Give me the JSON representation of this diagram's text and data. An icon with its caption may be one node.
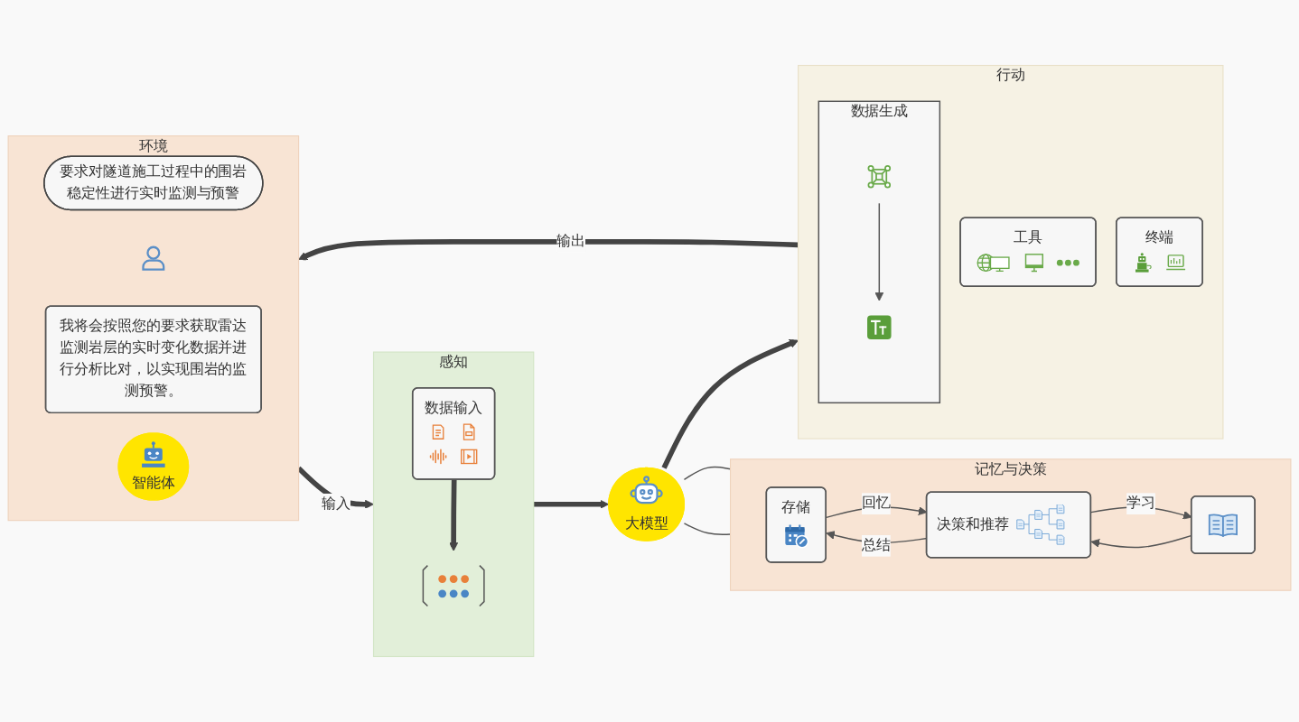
{
  "diagram": {
    "nodes": [
      {
        "text": [
          "环境"
        ]
      },
      {
        "text": [
          "要求对隧道施工过程中的围岩稳定性进行实时监测与预警"
        ],
        "in": 0
      },
      {
        "text": [],
        "shape": "person",
        "in": 0
      },
      {
        "text": [
          "我将会按照您的要求获取雷达监测岩层的实时变化数据并进行分析比对，以实现围岩的监测预警。"
        ],
        "in": 0
      },
      {
        "text": [
          "智能体"
        ],
        "in": 0
      },
      {
        "text": [
          "感知"
        ]
      },
      {
        "text": [
          "数据输入"
        ],
        "in": 5
      },
      {
        "text": [],
        "shape": "picture",
        "in": 5
      },
      {
        "text": [
          "大模型"
        ]
      },
      {
        "text": [
          "行动"
        ]
      },
      {
        "text": [
          "数据生成"
        ],
        "in": 9
      },
      {
        "text": [],
        "shape": "picture",
        "in": 10
      },
      {
        "text": [],
        "shape": "picture",
        "in": 10
      },
      {
        "text": [
          "工具"
        ],
        "in": 9
      },
      {
        "text": [
          "终端"
        ],
        "in": 9
      },
      {
        "text": [
          "记忆与决策"
        ]
      },
      {
        "text": [
          "存储"
        ],
        "in": 15
      },
      {
        "text": [],
        "shape": "box",
        "in": 15
      },
      {
        "text": [
          "决策和推荐"
        ],
        "in": 15
      }
    ],
    "edges": [
      {
        "from": 0,
        "to": 5,
        "arrow": "to",
        "label": "输入",
        "style": "thick"
      },
      {
        "from": 6,
        "to": 7,
        "arrow": "to",
        "style": "thick"
      },
      {
        "from": 5,
        "to": 8,
        "arrow": "to",
        "style": "thick"
      },
      {
        "from": 8,
        "to": 9,
        "arrow": "to",
        "style": "thick"
      },
      {
        "from": 9,
        "to": 0,
        "arrow": "to",
        "label": "输出",
        "style": "thick"
      },
      {
        "from": 8,
        "to": 15,
        "arrow": "none"
      },
      {
        "from": 8,
        "to": 15,
        "arrow": "none"
      },
      {
        "from": 18,
        "to": 16,
        "arrow": "to",
        "label": "总结"
      },
      {
        "from": 16,
        "to": 18,
        "arrow": "to",
        "label": "回忆"
      },
      {
        "from": 18,
        "to": 17,
        "arrow": "to",
        "label": "学习"
      },
      {
        "from": 17,
        "to": 18,
        "arrow": "to"
      },
      {
        "from": 11,
        "to": 12,
        "arrow": "to"
      }
    ]
  }
}
